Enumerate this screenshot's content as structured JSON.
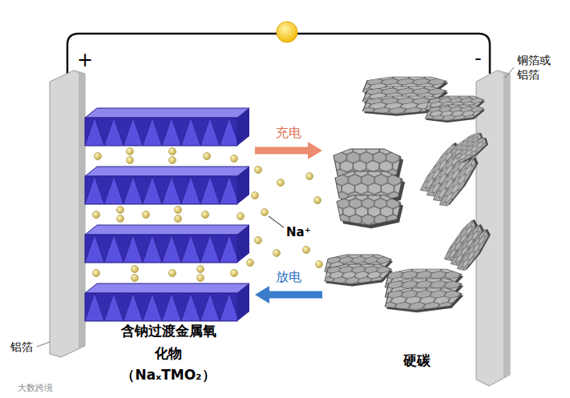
{
  "diagram": {
    "nodes": [
      {
        "text": [
          "含钠过渡金属氧 化物（NaₓTMO₂）"
        ]
      },
      {
        "text": [
          "硬碳"
        ]
      }
    ],
    "edges": [
      {
        "from": 0,
        "to": 1,
        "label": "充电",
        "arrow": "to"
      },
      {
        "from": 1,
        "to": 0,
        "label": "放电",
        "arrow": "to"
      }
    ],
    "labels": [
      "+",
      "-",
      "铜箔或 铝箔",
      "Na⁺",
      "铝箔",
      "大数跨境"
    ]
  }
}
